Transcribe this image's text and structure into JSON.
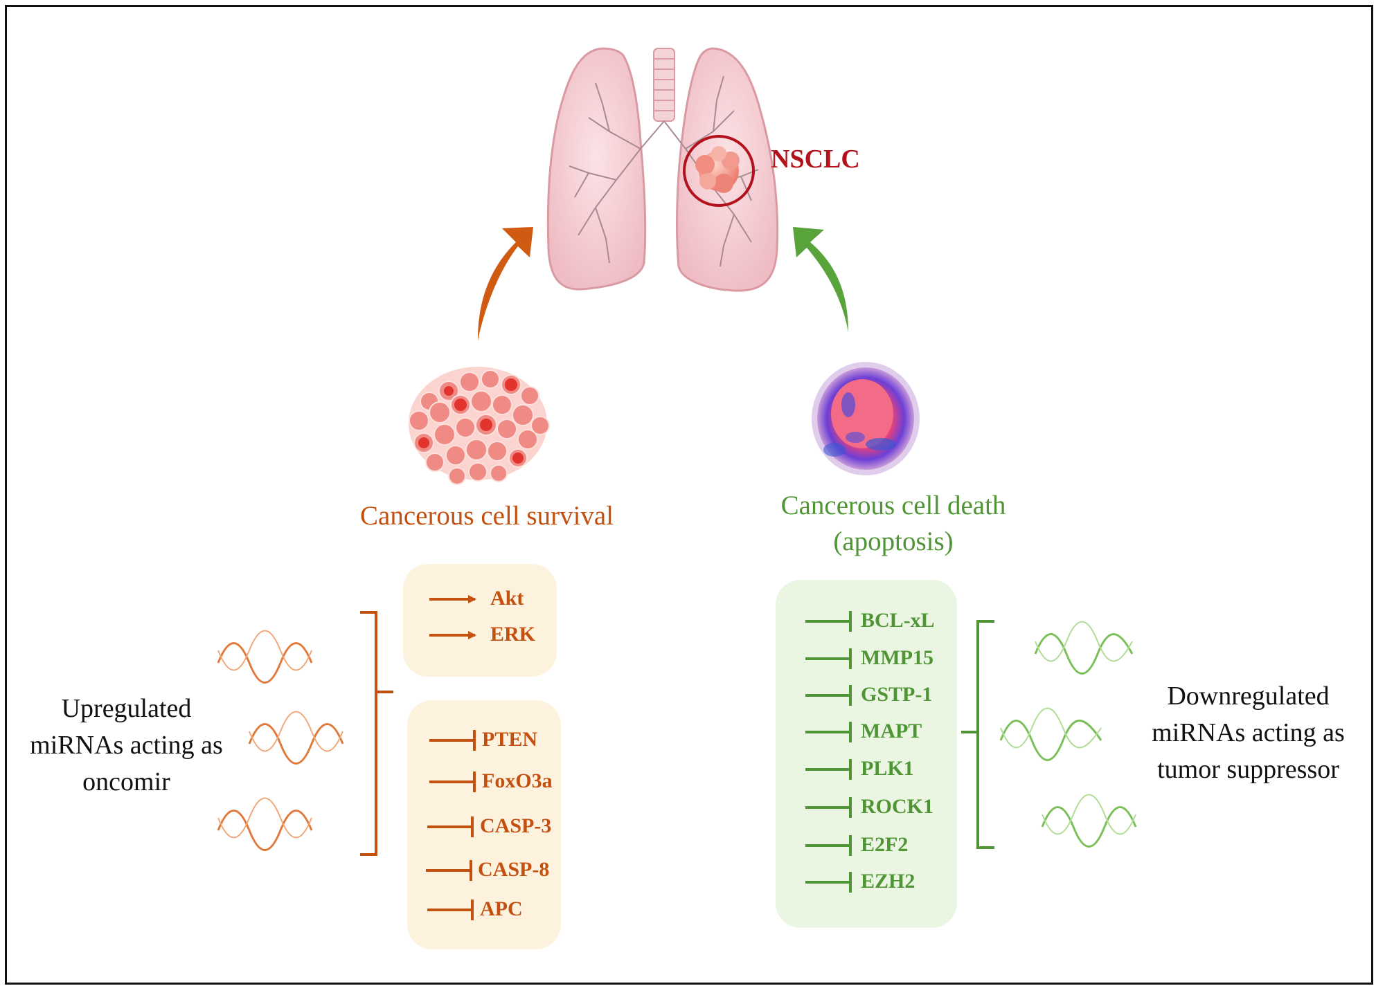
{
  "colors": {
    "oncomir": "#c4500f",
    "suppressor": "#4f9435",
    "tumor_label": "#b3121c",
    "lung": "#f2c9cf",
    "frame": "#111111"
  },
  "tumor_label": "NSCLC",
  "left": {
    "cell_label": "Cancerous cell survival",
    "mirna_label_lines": [
      "Upregulated",
      "miRNAs acting as",
      "oncomir"
    ],
    "activated_targets": [
      "Akt",
      "ERK"
    ],
    "inhibited_targets": [
      "PTEN",
      "FoxO3a",
      "CASP-3",
      "CASP-8",
      "APC"
    ]
  },
  "right": {
    "cell_label_lines": [
      "Cancerous cell death",
      "(apoptosis)"
    ],
    "mirna_label_lines": [
      "Downregulated",
      "miRNAs acting as",
      "tumor suppressor"
    ],
    "inhibited_targets": [
      "BCL-xL",
      "MMP15",
      "GSTP-1",
      "MAPT",
      "PLK1",
      "ROCK1",
      "E2F2",
      "EZH2"
    ]
  }
}
